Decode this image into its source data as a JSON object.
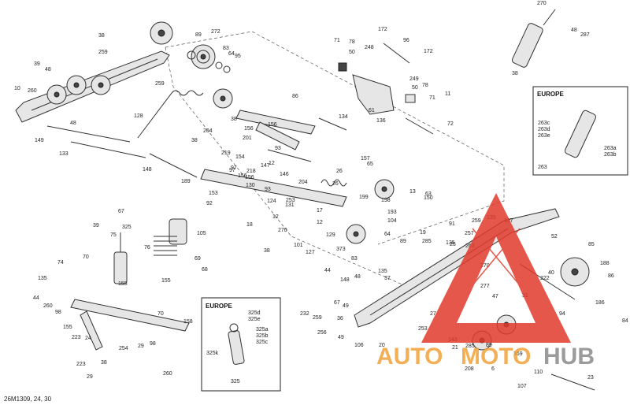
{
  "diagram": {
    "footer_code": "26M1309, 24, 30",
    "inset_titles": [
      "EUROPE",
      "EUROPE"
    ],
    "inset_top": {
      "labels": [
        "263c",
        "263d",
        "263e",
        "263a",
        "263b",
        "263"
      ]
    },
    "inset_bottom": {
      "labels": [
        "325d",
        "325e",
        "325a",
        "325b",
        "325c",
        "325k",
        "325"
      ]
    },
    "callouts": [
      "38",
      "259",
      "89",
      "272",
      "83",
      "64",
      "95",
      "172",
      "71",
      "96",
      "78",
      "50",
      "248",
      "172",
      "39",
      "48",
      "10",
      "260",
      "259",
      "249",
      "50",
      "78",
      "71",
      "11",
      "61",
      "136",
      "72",
      "86",
      "128",
      "204",
      "38",
      "156",
      "201",
      "156",
      "93",
      "134",
      "48",
      "149",
      "133",
      "219",
      "154",
      "97",
      "156",
      "147",
      "12",
      "26",
      "157",
      "65",
      "148",
      "189",
      "153",
      "92",
      "156",
      "130",
      "218",
      "38",
      "97",
      "93",
      "146",
      "204",
      "124",
      "131",
      "26",
      "199",
      "198",
      "13",
      "150",
      "193",
      "104",
      "19",
      "67",
      "12",
      "67",
      "253",
      "17",
      "12",
      "129",
      "270",
      "101",
      "127",
      "18",
      "39",
      "75",
      "325",
      "105",
      "70",
      "76",
      "69",
      "68",
      "38",
      "373",
      "83",
      "64",
      "89",
      "285",
      "257",
      "135",
      "44",
      "260",
      "98",
      "155",
      "155",
      "74",
      "70",
      "158",
      "155",
      "223",
      "24",
      "223",
      "29",
      "254",
      "38",
      "29",
      "98",
      "260",
      "44",
      "148",
      "48",
      "135",
      "37",
      "135",
      "91",
      "259",
      "135",
      "137",
      "52",
      "85",
      "188",
      "86",
      "186",
      "84",
      "40",
      "222",
      "270",
      "277",
      "47",
      "31",
      "94",
      "232",
      "259",
      "256",
      "36",
      "49",
      "106",
      "49",
      "20",
      "27",
      "253",
      "143",
      "21",
      "285",
      "208",
      "89",
      "6",
      "369",
      "107",
      "110",
      "23",
      "270",
      "48",
      "287",
      "38",
      "63",
      "25",
      "263",
      "91",
      "52",
      "52"
    ]
  },
  "watermark": {
    "text_left": "AUTO",
    "text_mid": "MOTO",
    "text_right": "HUB",
    "colors": {
      "red": "#e23a2c",
      "orange": "#f2a23a",
      "gray": "#8a8a8a"
    }
  }
}
